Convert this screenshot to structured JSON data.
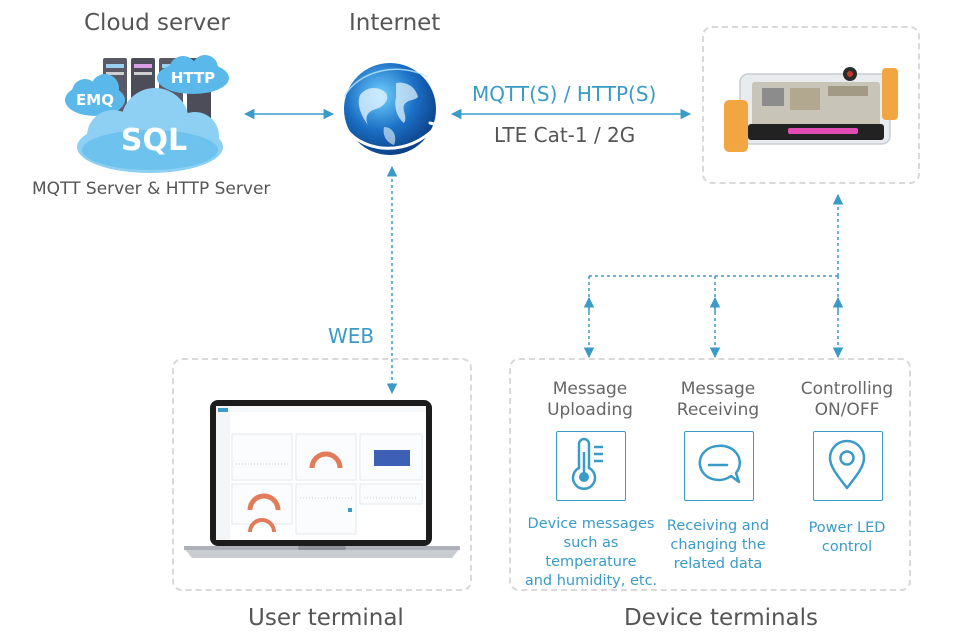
{
  "cloud": {
    "title": "Cloud server",
    "badges": {
      "emq": "EMQ",
      "http": "HTTP",
      "sql": "SQL"
    },
    "caption": "MQTT Server & HTTP Server"
  },
  "internet": {
    "title": "Internet"
  },
  "link": {
    "protocol": "MQTT(S) / HTTP(S)",
    "network": "LTE Cat-1 / 2G"
  },
  "web": {
    "label": "WEB"
  },
  "user_terminal": {
    "title": "User terminal"
  },
  "device_terminals": {
    "title": "Device terminals",
    "features": [
      {
        "title": [
          "Message",
          "Uploading"
        ],
        "icon": "thermometer-icon",
        "desc": [
          "Device messages",
          "such as temperature",
          "and humidity, etc."
        ]
      },
      {
        "title": [
          "Message",
          "Receiving"
        ],
        "icon": "message-bubble-icon",
        "desc": [
          "Receiving and",
          "changing the",
          "related data"
        ]
      },
      {
        "title": [
          "Controlling",
          "ON/OFF"
        ],
        "icon": "location-pin-icon",
        "desc": [
          "Power LED",
          "control"
        ]
      }
    ]
  },
  "colors": {
    "accent": "#3a9bc7",
    "text": "#555555",
    "dashed_border": "#d9d9d9"
  }
}
